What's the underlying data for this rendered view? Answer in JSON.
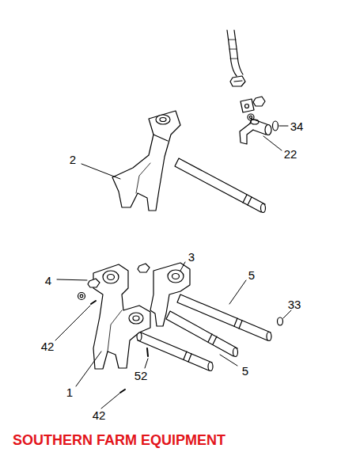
{
  "diagram": {
    "labels": [
      "34",
      "22",
      "2",
      "3",
      "4",
      "5",
      "33",
      "42",
      "5",
      "52",
      "1",
      "42",
      "SOUTHERN FARM EQUIPMENT"
    ]
  }
}
